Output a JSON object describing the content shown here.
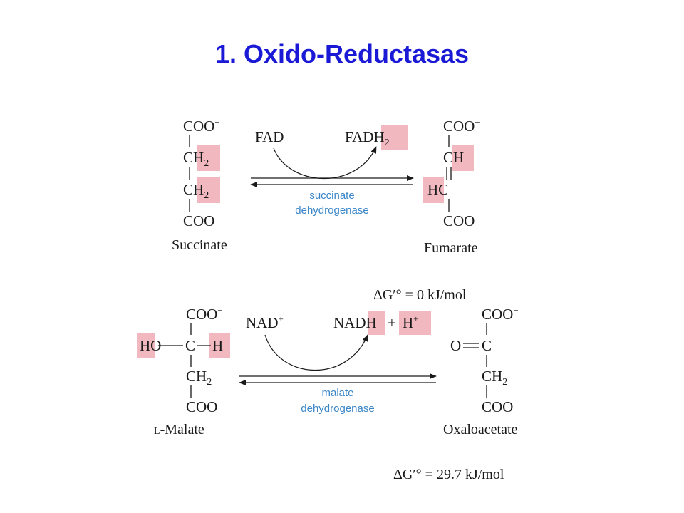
{
  "title": "1. Oxido-Reductasas",
  "reaction1": {
    "substrate": {
      "name": "Succinate",
      "rows": {
        "r1_main": "COO",
        "r1_sup": "−",
        "r2_main": "CH",
        "r2_sub": "2",
        "r3_main": "CH",
        "r3_sub": "2",
        "r4_main": "COO",
        "r4_sup": "−"
      }
    },
    "product": {
      "name": "Fumarate",
      "rows": {
        "r1_main": "COO",
        "r1_sup": "−",
        "r2_c": "C",
        "r2_h": "H",
        "r3_h": "H",
        "r3_c": "C",
        "r4_main": "COO",
        "r4_sup": "−"
      }
    },
    "cofactor_in": "FAD",
    "cofactor_out_main": "FAD",
    "cofactor_out_h": "H",
    "cofactor_out_sub": "2",
    "enzyme_line1": "succinate",
    "enzyme_line2": "dehydrogenase",
    "dg_prefix": "ΔG′° = ",
    "dg_value": "0 kJ/mol"
  },
  "reaction2": {
    "substrate": {
      "name_small": "L",
      "name_rest": "-Malate",
      "rows": {
        "r1_main": "COO",
        "r1_sup": "−",
        "r2_ho": "HO",
        "r2_c": "C",
        "r2_h": "H",
        "r3_main": "CH",
        "r3_sub": "2",
        "r4_main": "COO",
        "r4_sup": "−"
      }
    },
    "product": {
      "name": "Oxaloacetate",
      "rows": {
        "r1_main": "COO",
        "r1_sup": "−",
        "r2_o": "O",
        "r2_c": "C",
        "r3_main": "CH",
        "r3_sub": "2",
        "r4_main": "COO",
        "r4_sup": "−"
      }
    },
    "cofactor_in_main": "NAD",
    "cofactor_in_sup": "+",
    "cofactor_out_main": "NAD",
    "cofactor_out_h": "H",
    "cofactor_plus": "+",
    "proton_main": "H",
    "proton_sup": "+",
    "enzyme_line1": "malate",
    "enzyme_line2": "dehydrogenase",
    "dg_prefix": "ΔG′° = ",
    "dg_value": "29.7 kJ/mol"
  },
  "colors": {
    "title": "#1a1ad6",
    "highlight": "#f2b8c0",
    "enzyme_text": "#3a86c8"
  }
}
